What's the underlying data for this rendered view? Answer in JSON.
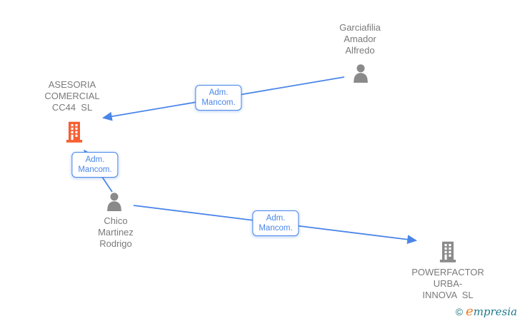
{
  "nodes": {
    "garciafilia": {
      "type": "person",
      "lines": [
        "Garciafilia",
        "Amador",
        "Alfredo"
      ]
    },
    "asesoria": {
      "type": "company",
      "lines": [
        "ASESORIA",
        "COMERCIAL",
        "CC44  SL"
      ]
    },
    "chico": {
      "type": "person",
      "lines": [
        "Chico",
        "Martinez",
        "Rodrigo"
      ]
    },
    "powerfactor": {
      "type": "company",
      "lines": [
        "POWERFACTOR",
        "URBA-",
        "INNOVA  SL"
      ]
    }
  },
  "edges": [
    {
      "from": "garciafilia",
      "to": "asesoria",
      "label_lines": [
        "Adm.",
        "Mancom."
      ]
    },
    {
      "from": "chico",
      "to": "asesoria",
      "label_lines": [
        "Adm.",
        "Mancom."
      ]
    },
    {
      "from": "chico",
      "to": "powerfactor",
      "label_lines": [
        "Adm.",
        "Mancom."
      ]
    }
  ],
  "footer": {
    "copyright_symbol": "©",
    "brand_initial": "e",
    "brand_rest": "mpresia"
  },
  "colors": {
    "edge_blue": "#4a86e8",
    "company_highlight_orange": "#f95d2f",
    "neutral_icon_gray": "#8a8a8a",
    "label_text_gray": "#7a7a7a",
    "logo_teal": "#1e7a89",
    "logo_orange": "#ee7c1d"
  }
}
